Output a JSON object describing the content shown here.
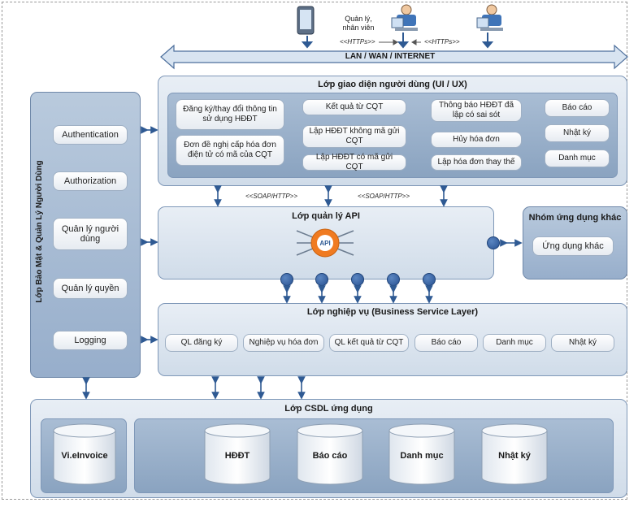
{
  "top": {
    "user_label_line1": "Quản lý,",
    "user_label_line2": "nhân viên",
    "https_left": "<<HTTPs>>",
    "https_right": "<<HTTPs>>",
    "network": "LAN / WAN / INTERNET"
  },
  "security": {
    "title": "Lớp Bảo Mật & Quản Lý Người Dùng",
    "items": [
      "Authentication",
      "Authorization",
      "Quản lý người dùng",
      "Quản lý quyền",
      "Logging"
    ]
  },
  "ui_layer": {
    "title": "Lớp giao diện người dùng (UI / UX)",
    "col1": [
      "Đăng ký/thay đổi thông tin sử dụng HĐĐT",
      "Đơn đề nghị cấp hóa đơn điện tử có mã của CQT"
    ],
    "col2": [
      "Kết quả từ CQT",
      "Lập HĐĐT không mã gửi CQT",
      "Lập HĐĐT có mã gửi CQT"
    ],
    "col3": [
      "Thông báo HĐĐT đã lập có sai sót",
      "Hủy hóa đơn",
      "Lập hóa đơn thay thế"
    ],
    "col4": [
      "Báo cáo",
      "Nhật ký",
      "Danh mục"
    ]
  },
  "soap_left": "<<SOAP/HTTP>>",
  "soap_right": "<<SOAP/HTTP>>",
  "api_layer": {
    "title": "Lớp quản lý API",
    "gear_label": "API"
  },
  "other_apps": {
    "title": "Nhóm ứng dụng khác",
    "item": "Ứng dụng khác"
  },
  "business_layer": {
    "title": "Lớp nghiệp vụ (Business Service Layer)",
    "items": [
      "QL đăng ký",
      "Nghiệp vụ hóa đơn",
      "QL kết quả từ CQT",
      "Báo cáo",
      "Danh mục",
      "Nhật ký"
    ]
  },
  "db_layer": {
    "title": "Lớp CSDL ứng dụng",
    "left_db": "Vi.eInvoice",
    "dbs": [
      "HĐĐT",
      "Báo cáo",
      "Danh mục",
      "Nhật ký"
    ]
  },
  "colors": {
    "panel_border": "#7f98b8",
    "dot": "#2a5393",
    "arrow": "#2f5a93",
    "gear": "#f07b21"
  }
}
